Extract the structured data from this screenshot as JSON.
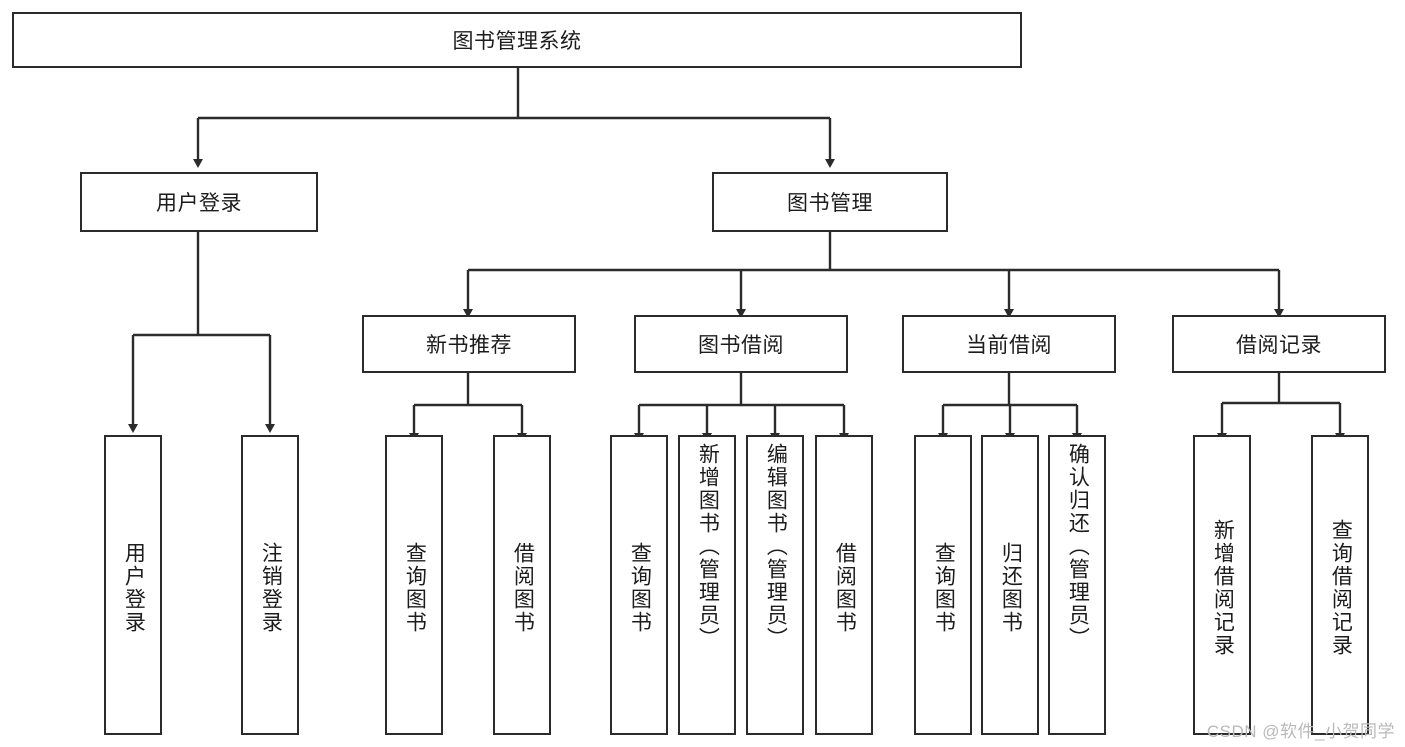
{
  "diagram": {
    "title": "图书管理系统",
    "type": "tree",
    "watermark": "CSDN @软件_小贺同学",
    "root": {
      "id": "root",
      "label": "图书管理系统",
      "orientation": "horizontal"
    },
    "level1": [
      {
        "id": "user-login",
        "label": "用户登录",
        "orientation": "horizontal"
      },
      {
        "id": "book-manage",
        "label": "图书管理",
        "orientation": "horizontal"
      }
    ],
    "level2": [
      {
        "id": "new-book-recommend",
        "label": "新书推荐",
        "orientation": "horizontal",
        "parent": "book-manage"
      },
      {
        "id": "book-borrow",
        "label": "图书借阅",
        "orientation": "horizontal",
        "parent": "book-manage"
      },
      {
        "id": "current-borrow",
        "label": "当前借阅",
        "orientation": "horizontal",
        "parent": "book-manage"
      },
      {
        "id": "borrow-record",
        "label": "借阅记录",
        "orientation": "horizontal",
        "parent": "book-manage"
      }
    ],
    "leaves": [
      {
        "id": "leaf-user-login",
        "label": "用户登录",
        "orientation": "vertical",
        "parent": "user-login"
      },
      {
        "id": "leaf-logout",
        "label": "注销登录",
        "orientation": "vertical",
        "parent": "user-login"
      },
      {
        "id": "leaf-query-book-1",
        "label": "查询图书",
        "orientation": "vertical",
        "parent": "new-book-recommend"
      },
      {
        "id": "leaf-borrow-book-1",
        "label": "借阅图书",
        "orientation": "vertical",
        "parent": "new-book-recommend"
      },
      {
        "id": "leaf-query-book-2",
        "label": "查询图书",
        "orientation": "vertical",
        "parent": "book-borrow"
      },
      {
        "id": "leaf-add-book",
        "label": "新增图书（管理员）",
        "orientation": "vertical",
        "parent": "book-borrow"
      },
      {
        "id": "leaf-edit-book",
        "label": "编辑图书（管理员）",
        "orientation": "vertical",
        "parent": "book-borrow"
      },
      {
        "id": "leaf-borrow-book-2",
        "label": "借阅图书",
        "orientation": "vertical",
        "parent": "book-borrow"
      },
      {
        "id": "leaf-query-book-3",
        "label": "查询图书",
        "orientation": "vertical",
        "parent": "current-borrow"
      },
      {
        "id": "leaf-return-book",
        "label": "归还图书",
        "orientation": "vertical",
        "parent": "current-borrow"
      },
      {
        "id": "leaf-confirm-return",
        "label": "确认归还（管理员）",
        "orientation": "vertical",
        "parent": "current-borrow"
      },
      {
        "id": "leaf-add-record",
        "label": "新增借阅记录",
        "orientation": "vertical",
        "parent": "borrow-record"
      },
      {
        "id": "leaf-query-record",
        "label": "查询借阅记录",
        "orientation": "vertical",
        "parent": "borrow-record"
      }
    ],
    "colors": {
      "border": "#2b2b2b",
      "text": "#1c1c1c",
      "background": "#ffffff",
      "edge": "#2b2b2b",
      "watermark": "#b9b9b9"
    }
  }
}
